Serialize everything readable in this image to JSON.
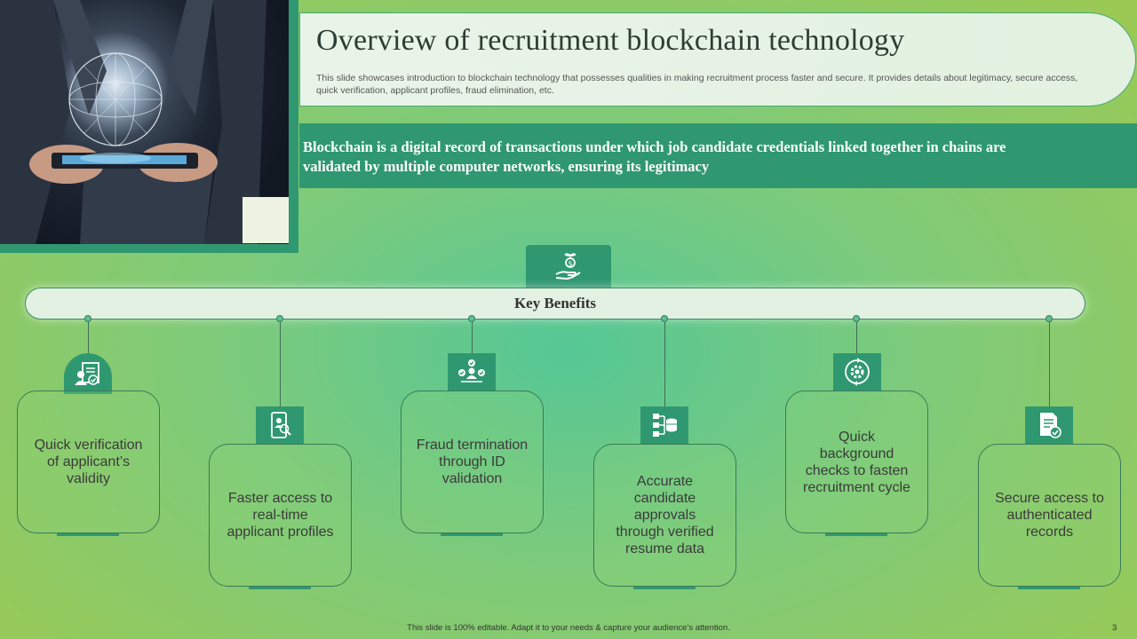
{
  "slide": {
    "title": "Overview of recruitment blockchain technology",
    "subtitle": "This slide showcases introduction to blockchain technology that possesses qualities in making recruitment process faster and secure. It provides details about legitimacy, secure access, quick verification, applicant profiles, fraud elimination, etc.",
    "banner": "Blockchain is a digital record of transactions under which job candidate credentials linked together in chains are validated by multiple computer networks, ensuring its legitimacy",
    "key_benefits_label": "Key Benefits",
    "hub_icon": "money-plant-hand-icon",
    "benefits": [
      {
        "text": "Quick verification of applicant’s validity",
        "icon": "certificate-user-icon"
      },
      {
        "text": "Faster access to real-time applicant profiles",
        "icon": "mobile-profile-search-icon"
      },
      {
        "text": "Fraud termination through ID validation",
        "icon": "user-network-check-icon"
      },
      {
        "text": "Accurate candidate approvals through verified resume data",
        "icon": "data-hierarchy-icon"
      },
      {
        "text": "Quick background checks to fasten recruitment cycle",
        "icon": "gear-cycle-icon"
      },
      {
        "text": "Secure access to authenticated records",
        "icon": "document-check-icon"
      }
    ],
    "footer": "This slide is 100% editable.  Adapt it to your needs & capture your audience’s attention.",
    "page_number": "3"
  },
  "colors": {
    "accent": "#2f9870",
    "background_center": "#55c796",
    "background_edge": "#9cc952",
    "title_box": "#e9f4e9"
  }
}
